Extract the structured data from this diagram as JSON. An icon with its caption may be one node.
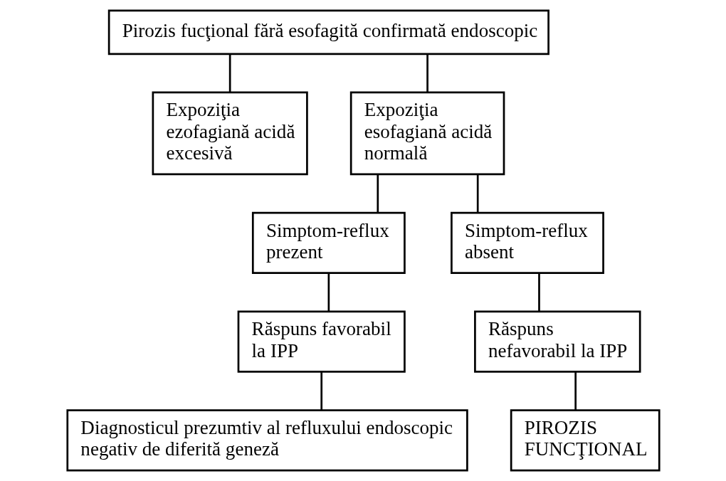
{
  "diagram": {
    "nodes": [
      {
        "text": [
          "Pirozis fucţional fără esofagită confirmată endoscopic"
        ]
      },
      {
        "text": [
          "Expoziţia ezofagiană acidă excesivă"
        ]
      },
      {
        "text": [
          "Expoziţia esofagiană acidă normală"
        ]
      },
      {
        "text": [
          "Simptom-reflux prezent"
        ]
      },
      {
        "text": [
          "Simptom-reflux absent"
        ]
      },
      {
        "text": [
          "Răspuns favorabil la IPP"
        ]
      },
      {
        "text": [
          "Răspuns nefavorabil la IPP"
        ]
      },
      {
        "text": [
          "Diagnosticul prezumtiv al refluxului endoscopic negativ de diferită geneză"
        ]
      },
      {
        "text": [
          "PIROZIS FUNCŢIONAL"
        ]
      }
    ],
    "edges": [
      {
        "from": 0,
        "to": 1,
        "arrow": "none"
      },
      {
        "from": 0,
        "to": 2,
        "arrow": "none"
      },
      {
        "from": 2,
        "to": 3,
        "arrow": "none"
      },
      {
        "from": 2,
        "to": 4,
        "arrow": "none"
      },
      {
        "from": 3,
        "to": 5,
        "arrow": "none"
      },
      {
        "from": 4,
        "to": 6,
        "arrow": "none"
      },
      {
        "from": 5,
        "to": 7,
        "arrow": "none"
      },
      {
        "from": 6,
        "to": 8,
        "arrow": "none"
      }
    ]
  }
}
